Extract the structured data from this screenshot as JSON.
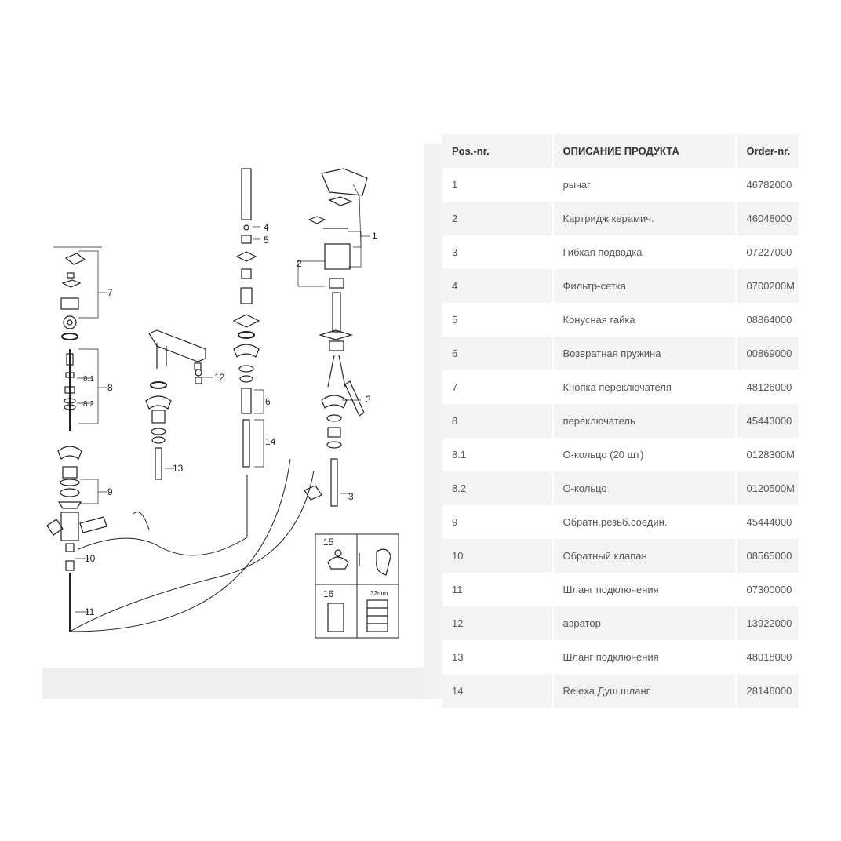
{
  "diagram": {
    "callouts": [
      "1",
      "2",
      "3",
      "3",
      "4",
      "5",
      "6",
      "7",
      "8",
      "8.1",
      "8.2",
      "9",
      "10",
      "11",
      "12",
      "13",
      "14"
    ],
    "inset": {
      "label_15": "15",
      "label_16": "16",
      "dim_32": "32mm"
    }
  },
  "table": {
    "headers": {
      "pos": "Pos.-nr.",
      "desc": "ОПИСАНИЕ ПРОДУКТА",
      "order": "Order-nr."
    },
    "rows": [
      {
        "pos": "1",
        "desc": "рычаг",
        "order": "46782000"
      },
      {
        "pos": "2",
        "desc": "Картридж керамич.",
        "order": "46048000"
      },
      {
        "pos": "3",
        "desc": "Гибкая подводка",
        "order": "07227000"
      },
      {
        "pos": "4",
        "desc": "Фильтр-сетка",
        "order": "0700200M"
      },
      {
        "pos": "5",
        "desc": "Конусная гайка",
        "order": "08864000"
      },
      {
        "pos": "6",
        "desc": "Возвратная пружина",
        "order": "00869000"
      },
      {
        "pos": "7",
        "desc": "Кнопка переключателя",
        "order": "48126000"
      },
      {
        "pos": "8",
        "desc": "переключатель",
        "order": "45443000"
      },
      {
        "pos": "8.1",
        "desc": "О-кольцо (20 шт)",
        "order": "0128300M"
      },
      {
        "pos": "8.2",
        "desc": "О-кольцо",
        "order": "0120500M"
      },
      {
        "pos": "9",
        "desc": "Обратн.резьб.соедин.",
        "order": "45444000"
      },
      {
        "pos": "10",
        "desc": "Обратный клапан",
        "order": "08565000"
      },
      {
        "pos": "11",
        "desc": "Шланг подключения",
        "order": "07300000"
      },
      {
        "pos": "12",
        "desc": "аэратор",
        "order": "13922000"
      },
      {
        "pos": "13",
        "desc": "Шланг подключения",
        "order": "48018000"
      },
      {
        "pos": "14",
        "desc": "Relexa Душ.шланг",
        "order": "28146000"
      }
    ]
  }
}
